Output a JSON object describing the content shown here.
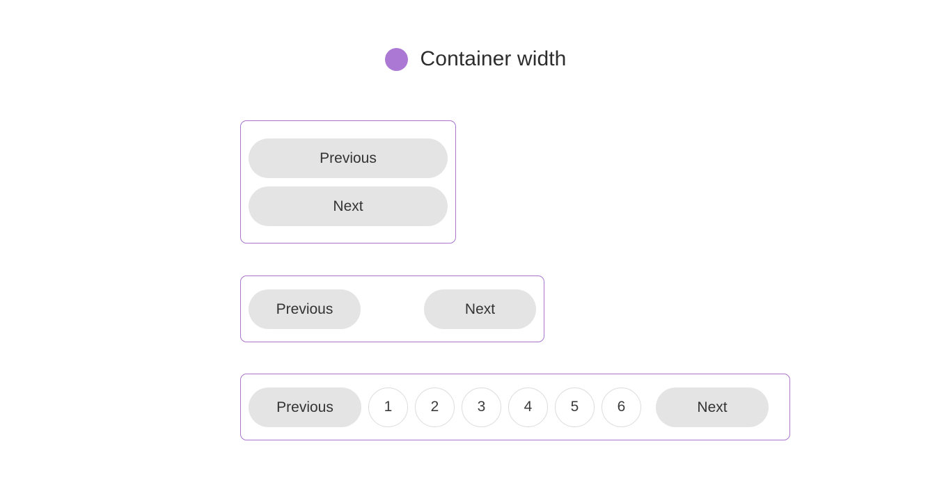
{
  "heading": {
    "dot_icon": "legend-dot-icon",
    "dot_color": "#ab79d4",
    "label": "Container width"
  },
  "theme": {
    "container_border": "#a974cd",
    "button_bg": "#e4e4e4",
    "button_text": "#333333",
    "chip_border": "#dcdcdc",
    "page_bg": "#ffffff"
  },
  "variants": [
    {
      "name": "narrow-stacked",
      "layout": "column",
      "buttons": [
        {
          "label": "Previous"
        },
        {
          "label": "Next"
        }
      ]
    },
    {
      "name": "medium-split",
      "layout": "row-space-between",
      "buttons": [
        {
          "label": "Previous"
        },
        {
          "label": "Next"
        }
      ]
    },
    {
      "name": "wide-full-pagination",
      "layout": "row-full",
      "prev_label": "Previous",
      "next_label": "Next",
      "pages": [
        "1",
        "2",
        "3",
        "4",
        "5",
        "6"
      ]
    }
  ]
}
